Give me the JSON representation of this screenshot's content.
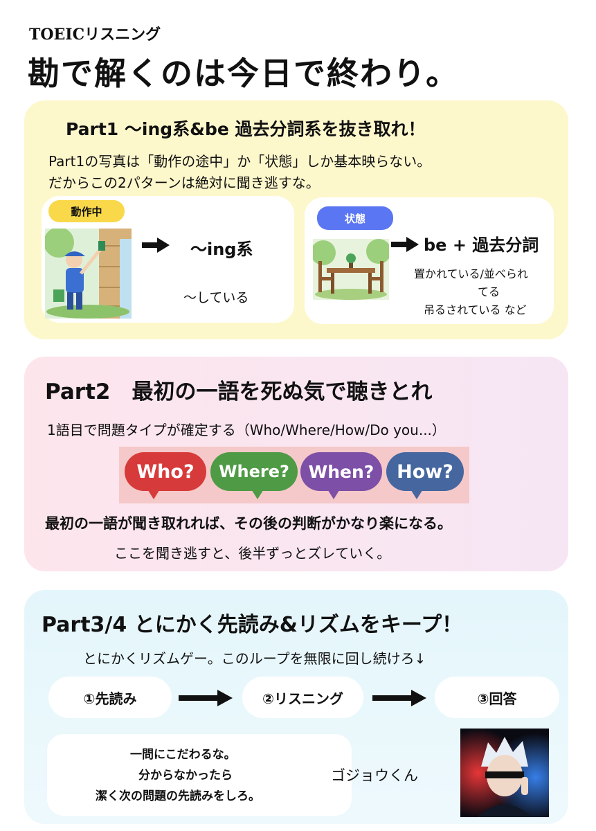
{
  "header": {
    "subtitle": "TOEICリスニング",
    "title": "勘で解くのは今日で終わり。"
  },
  "part1": {
    "heading": "Part1 〜ing系&be 過去分詞系を抜き取れ！",
    "desc_line1": "Part1の写真は「動作の途中」か「状態」しか基本映らない。",
    "desc_line2": "だからこの2パターンは絶対に聞き逃すな。",
    "left": {
      "badge": "動作中",
      "pattern": "〜ing系",
      "meaning": "〜している"
    },
    "right": {
      "badge": "状態",
      "pattern": "be + 過去分詞",
      "examples_line1": "置かれている/並べられ",
      "examples_line2": "てる",
      "examples_line3": "吊るされている など"
    }
  },
  "part2": {
    "heading": "Part2　最初の一語を死ぬ気で聴きとれ",
    "desc": "1語目で問題タイプが確定する（Who/Where/How/Do you...）",
    "words": [
      "Who?",
      "Where?",
      "When?",
      "How?"
    ],
    "line1": "最初の一語が聞き取れれば、その後の判断がかなり楽になる。",
    "line2": "ここを聞き逃すと、後半ずっとズレていく。"
  },
  "part3": {
    "heading": "Part3/4 とにかく先読み&リズムをキープ！",
    "desc": "とにかくリズムゲー。このループを無限に回し続けろ↓",
    "steps": [
      "①先読み",
      "②リスニング",
      "③回答"
    ],
    "advice_line1": "一問にこだわるな。",
    "advice_line2": "分からなかったら",
    "advice_line3": "潔く次の問題の先読みをしろ。",
    "character": "ゴジョウくん"
  },
  "colors": {
    "badge_yellow": "#f9d84a",
    "badge_blue": "#5b76f2",
    "who": "#d73a3a",
    "where": "#4e9a45",
    "when": "#7d4fa6",
    "how": "#45669f"
  }
}
